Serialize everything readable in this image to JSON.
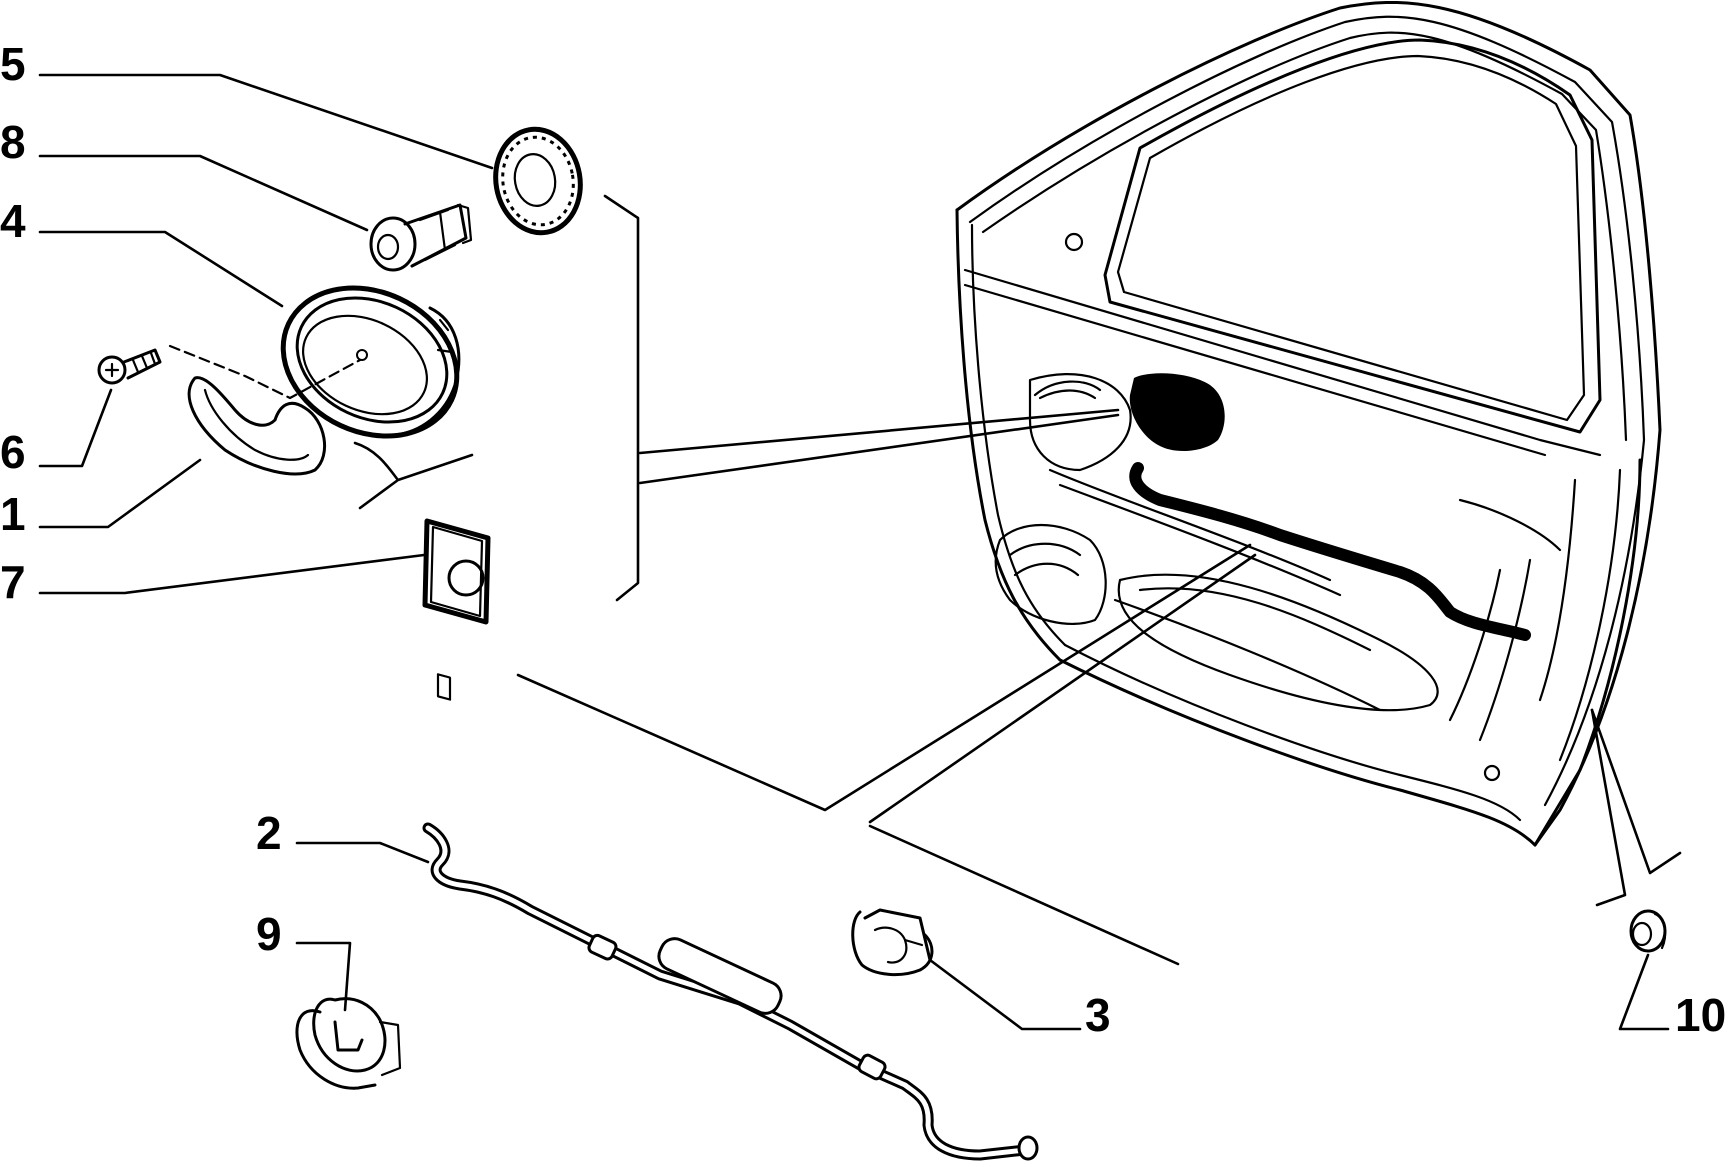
{
  "labels": {
    "p1": "1",
    "p2": "2",
    "p3": "3",
    "p4": "4",
    "p5": "5",
    "p6": "6",
    "p7": "7",
    "p8": "8",
    "p9": "9",
    "p10": "10"
  }
}
